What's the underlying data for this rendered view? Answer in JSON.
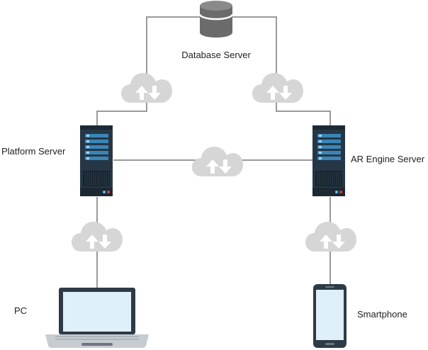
{
  "labels": {
    "database": "Database Server",
    "platform": "Platform Server",
    "ar_engine": "AR Engine Server",
    "pc": "PC",
    "smartphone": "Smartphone"
  },
  "colors": {
    "wire": "#9a9a9a",
    "cloud": "#d6d6d6",
    "database": "#6b6b6b",
    "server_body": "#263645",
    "server_slot": "#3a86b8",
    "screen": "#dff0fb",
    "device_frame": "#2d3b47"
  },
  "icons": {
    "database": "database-icon",
    "cloud": "cloud-transfer-icon",
    "server": "server-rack-icon",
    "laptop": "laptop-icon",
    "phone": "smartphone-icon"
  }
}
